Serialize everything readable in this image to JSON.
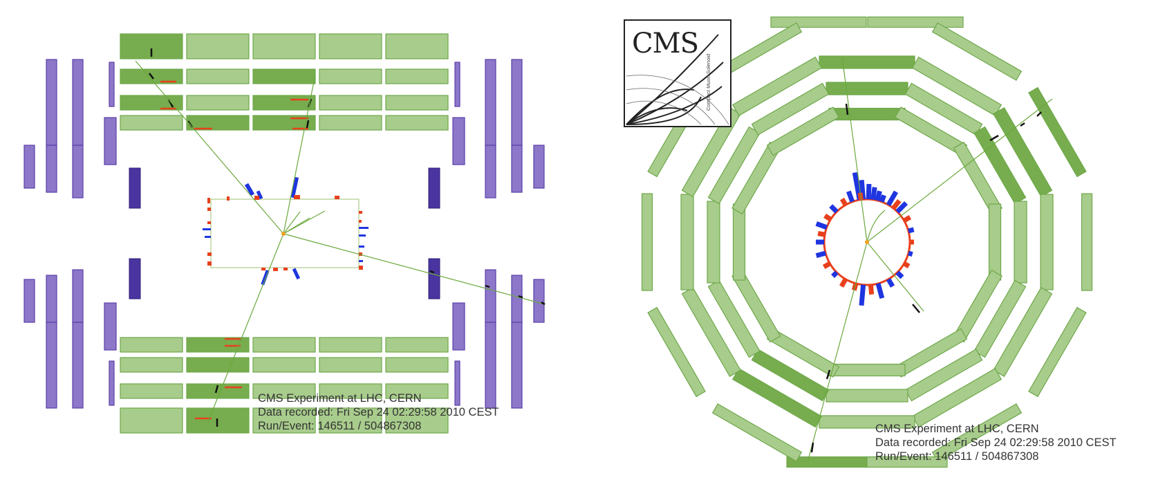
{
  "logo": {
    "wordmark": "CMS",
    "subtitle": "Compact Muon Solenoid"
  },
  "left_view": {
    "caption": {
      "line1": "CMS Experiment at LHC, CERN",
      "line2": "Data recorded: Fri Sep 24 02:29:58 2010 CEST",
      "line3": "Run/Event: 146511 / 504867308"
    }
  },
  "right_view": {
    "caption": {
      "line1": "CMS Experiment at LHC, CERN",
      "line2": "Data recorded: Fri Sep 24 02:29:58 2010 CEST",
      "line3": "Run/Event: 146511 / 504867308"
    }
  },
  "colors": {
    "muon_chamber_light": "#a8cc8c",
    "muon_chamber_hit": "#77ad4e",
    "muon_chamber_stroke": "#6ea84a",
    "endcap_purple": "#8c77c8",
    "endcap_purple_stroke": "#5a3fa8",
    "endcap_dark": "#4a35a0",
    "track": "#6aa83c",
    "ecal_energy": "#e8401c",
    "hcal_energy": "#1f35e0",
    "vertex": "#f0a020",
    "muon_segment": "#111111"
  }
}
